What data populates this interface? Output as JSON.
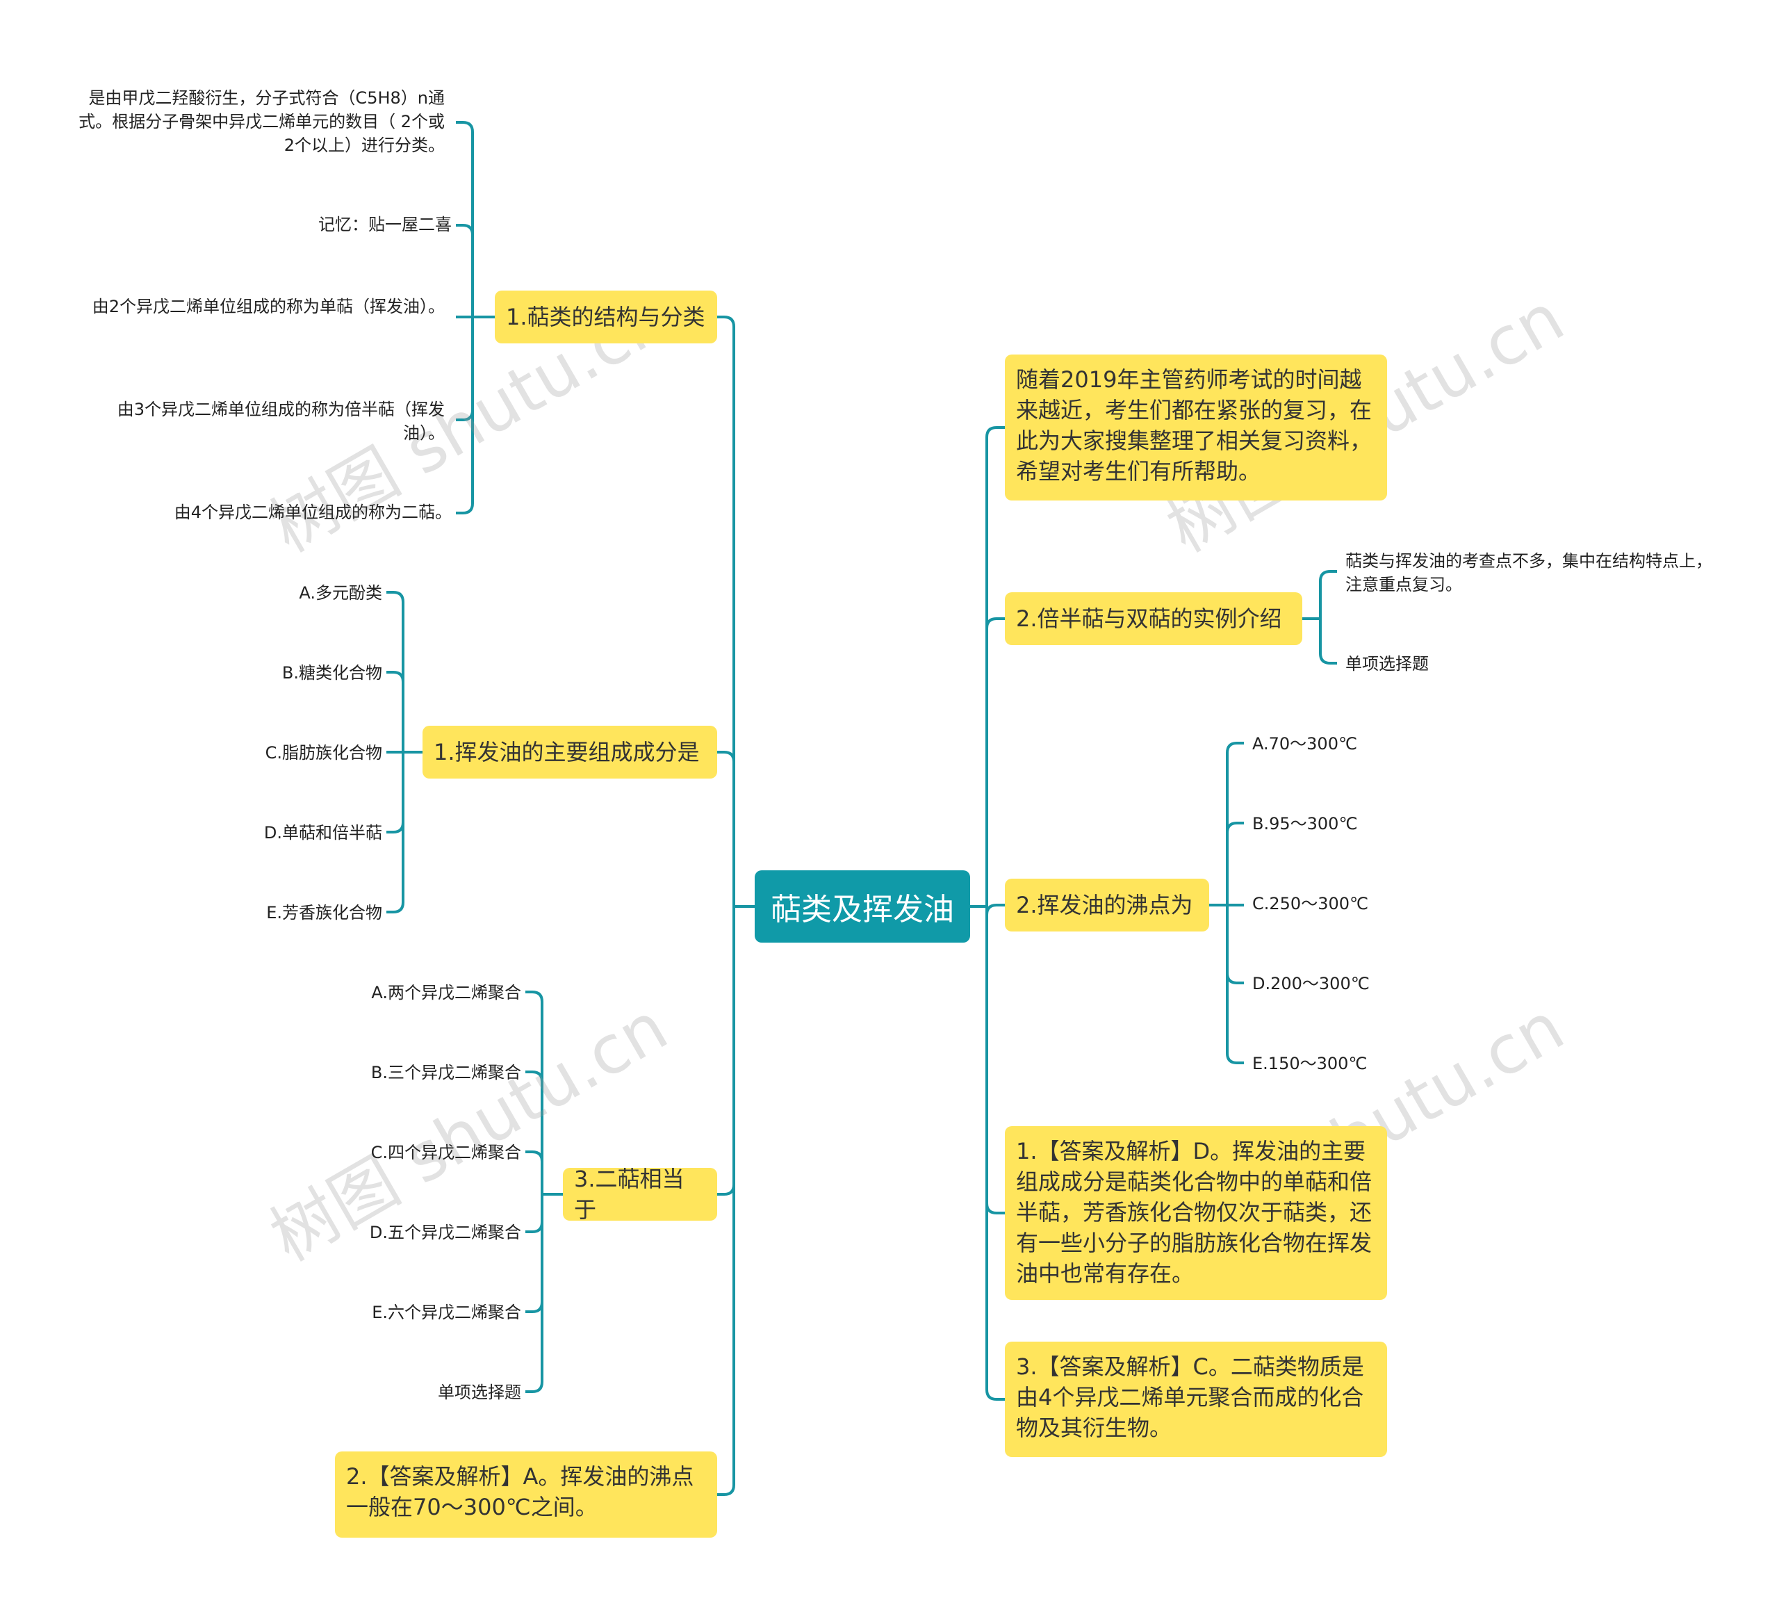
{
  "colors": {
    "line": "#1795a3",
    "node_fill": "#ffe55c",
    "root_fill": "#109aa8",
    "root_text": "#ffffff"
  },
  "root": "萜类及挥发油",
  "left": {
    "b1": {
      "label": "1.萜类的结构与分类",
      "items": [
        "是由甲戊二羟酸衍生，分子式符合（C5H8）n通式。根据分子骨架中异戊二烯单元的数目（ 2个或2个以上）进行分类。",
        "记忆：贴一屋二喜",
        "由2个异戊二烯单位组成的称为单萜（挥发油）。",
        "由3个异戊二烯单位组成的称为倍半萜（挥发油）。",
        "由4个异戊二烯单位组成的称为二萜。"
      ]
    },
    "b2": {
      "label": "1.挥发油的主要组成成分是",
      "items": [
        "A.多元酚类",
        "B.糖类化合物",
        "C.脂肪族化合物",
        "D.单萜和倍半萜",
        "E.芳香族化合物"
      ]
    },
    "b3": {
      "label": "3.二萜相当于",
      "items": [
        "A.两个异戊二烯聚合",
        "B.三个异戊二烯聚合",
        "C.四个异戊二烯聚合",
        "D.五个异戊二烯聚合",
        "E.六个异戊二烯聚合",
        "单项选择题"
      ]
    },
    "b4": {
      "label": "2.【答案及解析】A。挥发油的沸点一般在70～300℃之间。"
    }
  },
  "right": {
    "r1": {
      "label": "随着2019年主管药师考试的时间越来越近，考生们都在紧张的复习，在此为大家搜集整理了相关复习资料，希望对考生们有所帮助。"
    },
    "r2": {
      "label": "2.倍半萜与双萜的实例介绍",
      "items": [
        "萜类与挥发油的考查点不多，集中在结构特点上，注意重点复习。",
        "单项选择题"
      ]
    },
    "r3": {
      "label": "2.挥发油的沸点为",
      "items": [
        "A.70～300℃",
        "B.95～300℃",
        "C.250～300℃",
        "D.200～300℃",
        "E.150～300℃"
      ]
    },
    "r4": {
      "label": "1.【答案及解析】D。挥发油的主要组成成分是萜类化合物中的单萜和倍半萜，芳香族化合物仅次于萜类，还有一些小分子的脂肪族化合物在挥发油中也常有存在。"
    },
    "r5": {
      "label": "3.【答案及解析】C。二萜类物质是由4个异戊二烯单元聚合而成的化合物及其衍生物。"
    }
  },
  "watermark": "树图 shutu.cn"
}
